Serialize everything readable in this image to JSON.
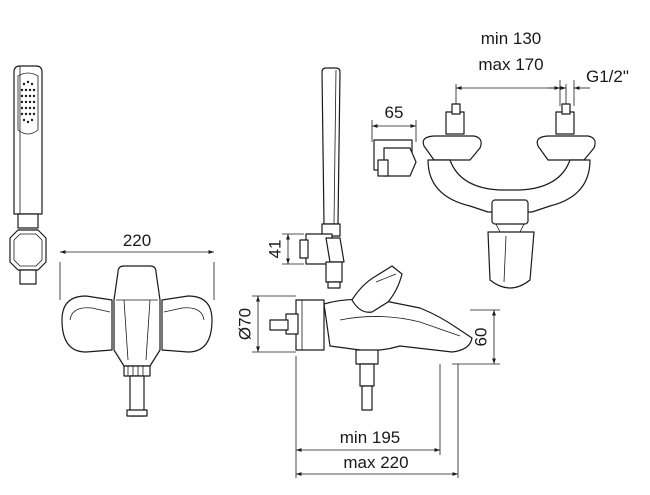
{
  "dimensions": {
    "width_220": "220",
    "height_41": "41",
    "min_130": "min 130",
    "max_170": "max 170",
    "offset_65": "65",
    "thread": "G1/2\"",
    "diameter_70": "Ø70",
    "height_60": "60",
    "min_195": "min 195",
    "max_220": "max 220"
  }
}
